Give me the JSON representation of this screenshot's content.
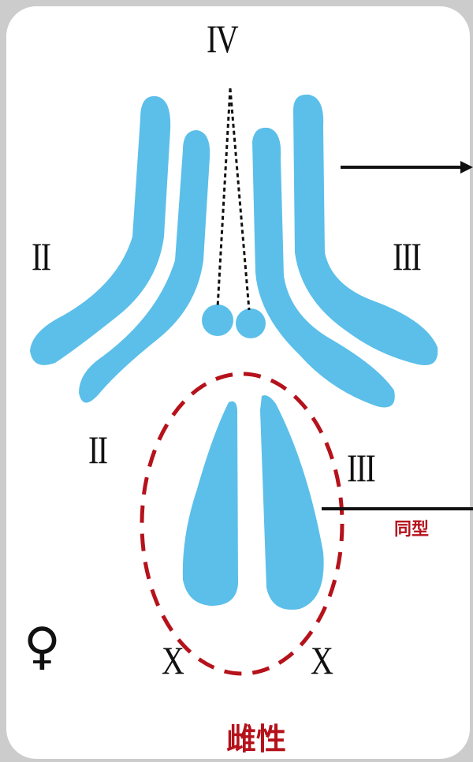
{
  "labels": {
    "top": "IV",
    "upper_left": "II",
    "upper_right": "III",
    "lower_left": "II",
    "lower_right": "III",
    "x_left": "X",
    "x_right": "X",
    "female_symbol": "♀"
  },
  "annotations": {
    "homotype": "同型",
    "sex": "雌性"
  },
  "colors": {
    "chromosome": "#5bbfe9",
    "highlight": "#b5121b",
    "arrow": "#111111"
  }
}
